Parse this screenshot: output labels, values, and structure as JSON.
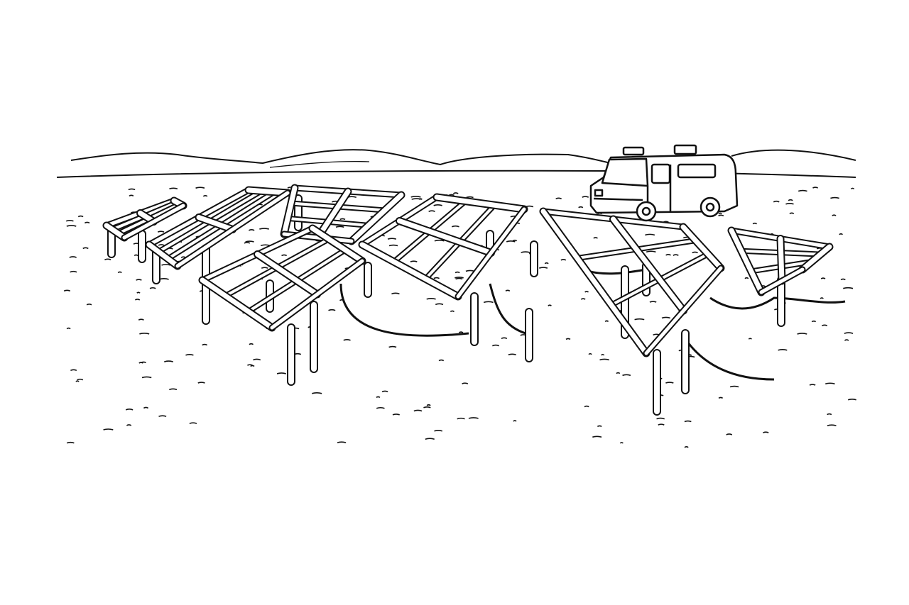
{
  "scene": {
    "colors": {
      "ink": "#111111",
      "paper": "#ffffff"
    },
    "icons": [
      "solar-frame",
      "service-van",
      "hills"
    ]
  }
}
